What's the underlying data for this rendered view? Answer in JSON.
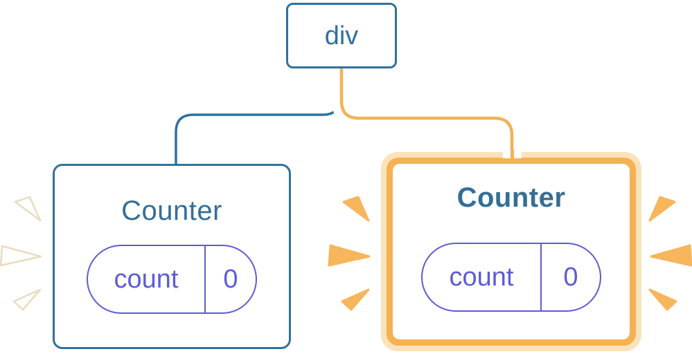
{
  "diagram": {
    "root": {
      "label": "div"
    },
    "left_counter": {
      "title": "Counter",
      "state_key": "count",
      "state_value": "0",
      "highlighted": false
    },
    "right_counter": {
      "title": "Counter",
      "state_key": "count",
      "state_value": "0",
      "highlighted": true
    },
    "colors": {
      "blue": "#2F719E",
      "title_blue": "#346E95",
      "purple": "#5C5CD6",
      "orange": "#F6B152",
      "orange_light": "#FBE2BA",
      "spark_orange": "#F7B55C",
      "spark_edge": "#E8DCC0"
    }
  }
}
